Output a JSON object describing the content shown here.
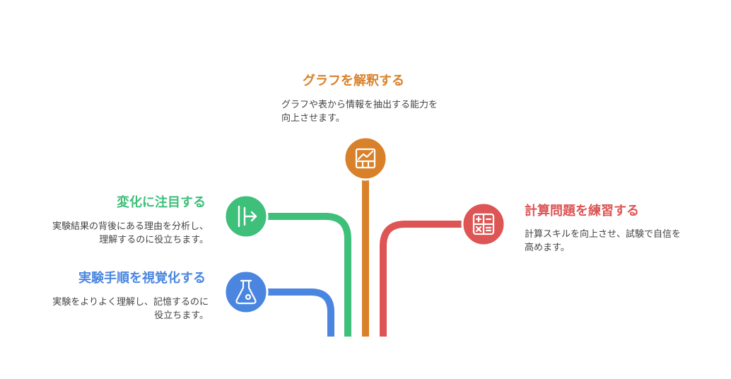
{
  "colors": {
    "graph": "#D9812A",
    "change": "#3EBF7A",
    "visualize": "#4A86DF",
    "calc": "#DD5555"
  },
  "items": {
    "graph": {
      "title": "グラフを解釈する",
      "desc": "グラフや表から情報を抽出する能力を向上させます。",
      "icon": "chart-icon"
    },
    "change": {
      "title": "変化に注目する",
      "desc": "実験結果の背後にある理由を分析し、理解するのに役立ちます。",
      "icon": "split-arrow-icon"
    },
    "visualize": {
      "title": "実験手順を視覚化する",
      "desc": "実験をよりよく理解し、記憶するのに役立ちます。",
      "icon": "flask-icon"
    },
    "calc": {
      "title": "計算問題を練習する",
      "desc": "計算スキルを向上させ、試験で自信を高めます。",
      "icon": "calculator-icon"
    }
  }
}
